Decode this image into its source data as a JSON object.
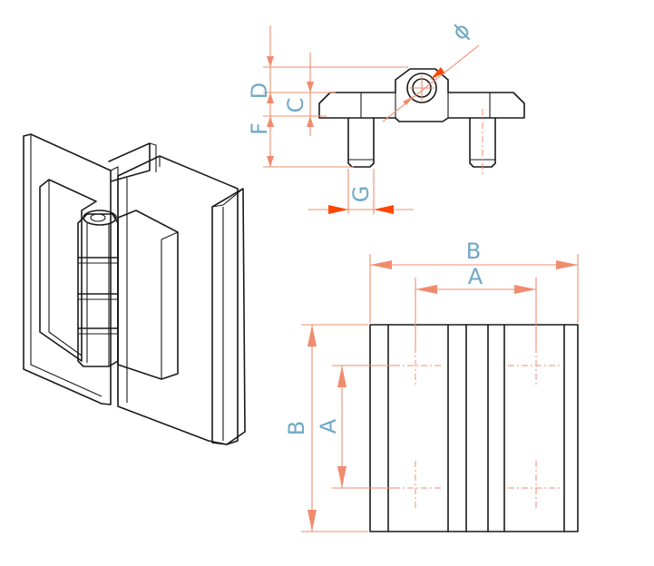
{
  "labels": {
    "D": "D",
    "C": "C",
    "F": "F",
    "G": "G",
    "phi": "ϕ",
    "B_top": "B",
    "A_top": "A",
    "B_left": "B",
    "A_left": "A"
  },
  "colors": {
    "outline": "#1a1a1a",
    "dimension": "#f08c6e",
    "label": "#6fa8c8",
    "arrow_accent": "#ff4500"
  }
}
